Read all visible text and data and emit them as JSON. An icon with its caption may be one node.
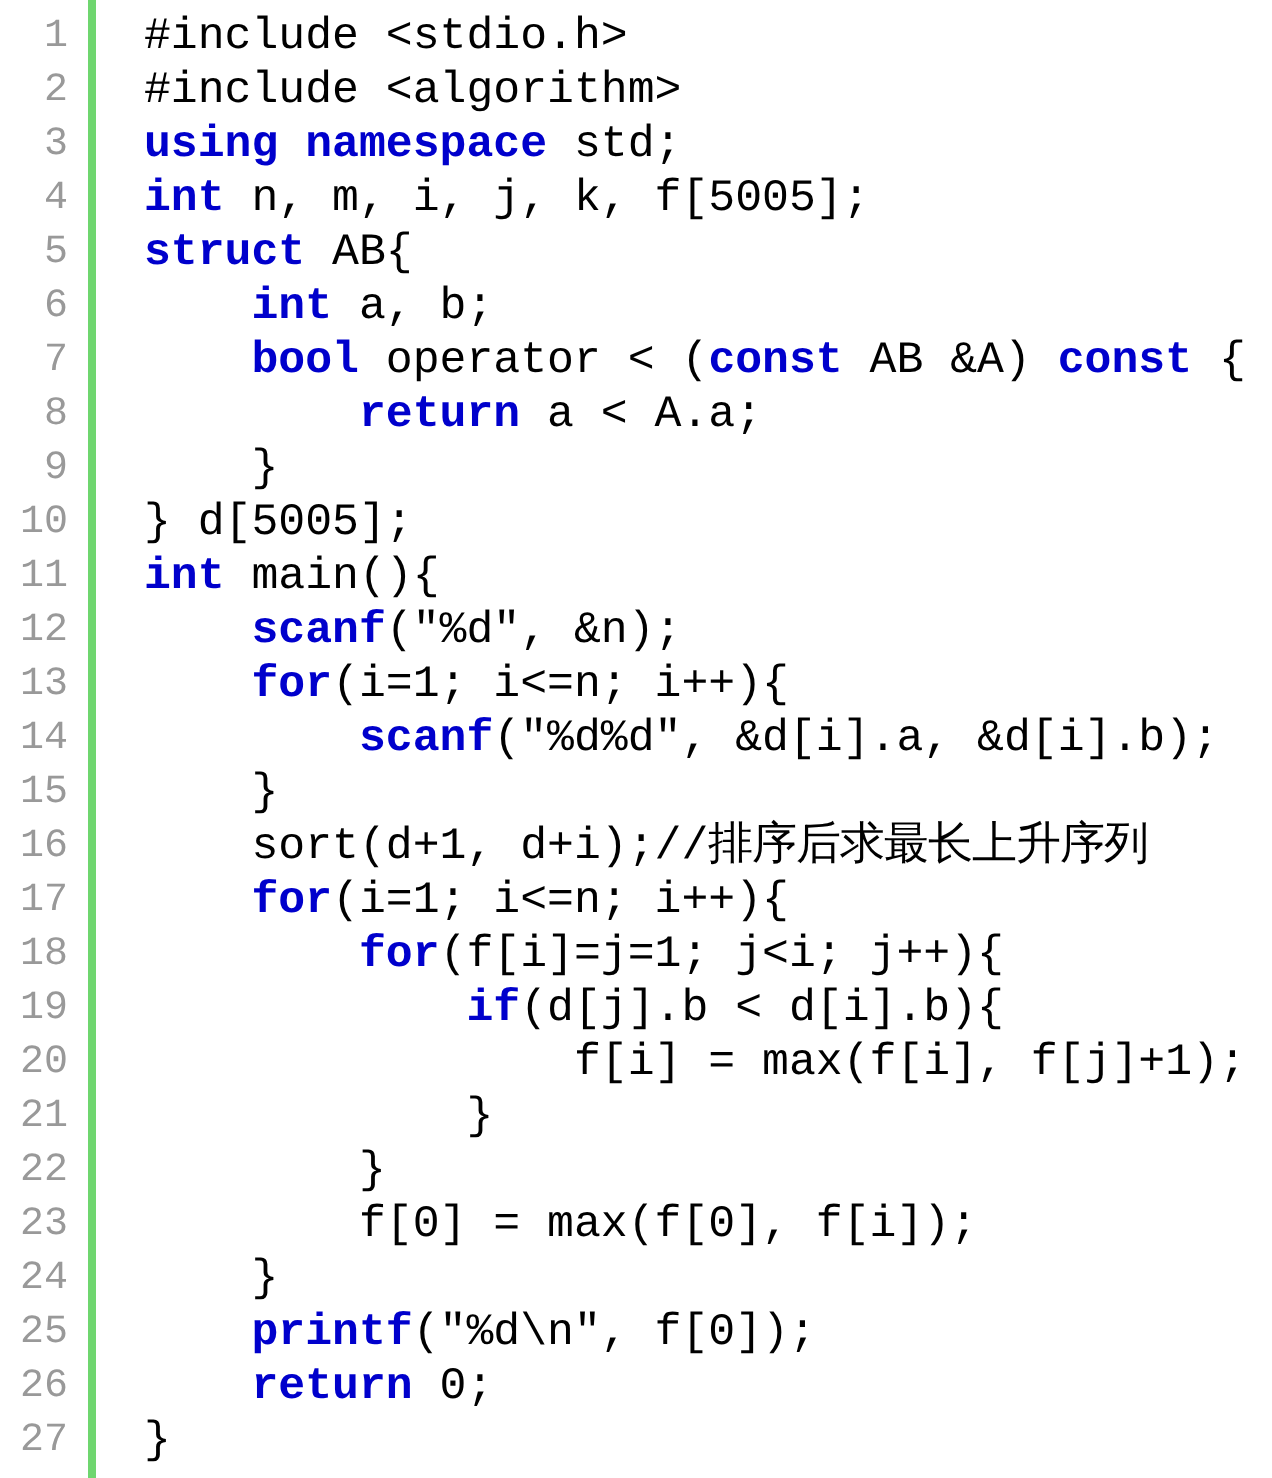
{
  "diagram": {
    "labels": [
      "1",
      "#include <stdio.h>",
      "2",
      "#include <algorithm>",
      "3",
      "**using** **namespace** std;",
      "4",
      "**int** n, m, i, j, k, f[5005];",
      "5",
      "**struct** AB{",
      "6",
      "    **int** a, b;",
      "7",
      "    **bool** operator < (**const** AB &A) **const** {",
      "8",
      "        **return** a < A.a;",
      "9",
      "    }",
      "10",
      "} d[5005];",
      "11",
      "**int** main(){",
      "12",
      "    **scanf**(\"%d\", &n);",
      "13",
      "    **for**(i=1; i<=n; i++){",
      "14",
      "        **scanf**(\"%d%d\", &d[i].a, &d[i].b);",
      "15",
      "    }",
      "16",
      "    sort(d+1, d+i);//排序后求最长上升序列",
      "17",
      "    **for**(i=1; i<=n; i++){",
      "18",
      "        **for**(f[i]=j=1; j<i; j++){",
      "19",
      "            **if**(d[j].b < d[i].b){",
      "20",
      "                f[i] = max(f[i], f[j]+1);",
      "21",
      "            }",
      "22",
      "        }",
      "23",
      "        f[0] = max(f[0], f[i]);",
      "24",
      "    }",
      "25",
      "    **printf**(\"%d\\n\", f[0]);",
      "26",
      "    **return** 0;",
      "27",
      "}"
    ]
  }
}
